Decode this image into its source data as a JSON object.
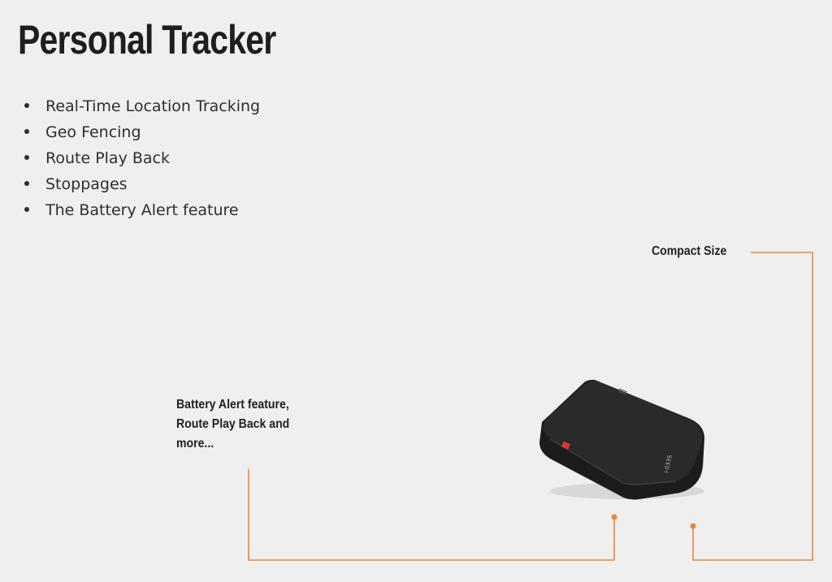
{
  "title": "Personal Tracker",
  "features": [
    "Real-Time Location Tracking",
    "Geo Fencing",
    "Route Play Back",
    "Stoppages",
    "The Battery Alert feature"
  ],
  "callouts": {
    "compact": "Compact Size",
    "battery": "Battery Alert feature, Route Play Back and more..."
  },
  "device_label": "i-033S",
  "colors": {
    "accent": "#e8873a",
    "background": "#efefef",
    "device": "#232323"
  }
}
